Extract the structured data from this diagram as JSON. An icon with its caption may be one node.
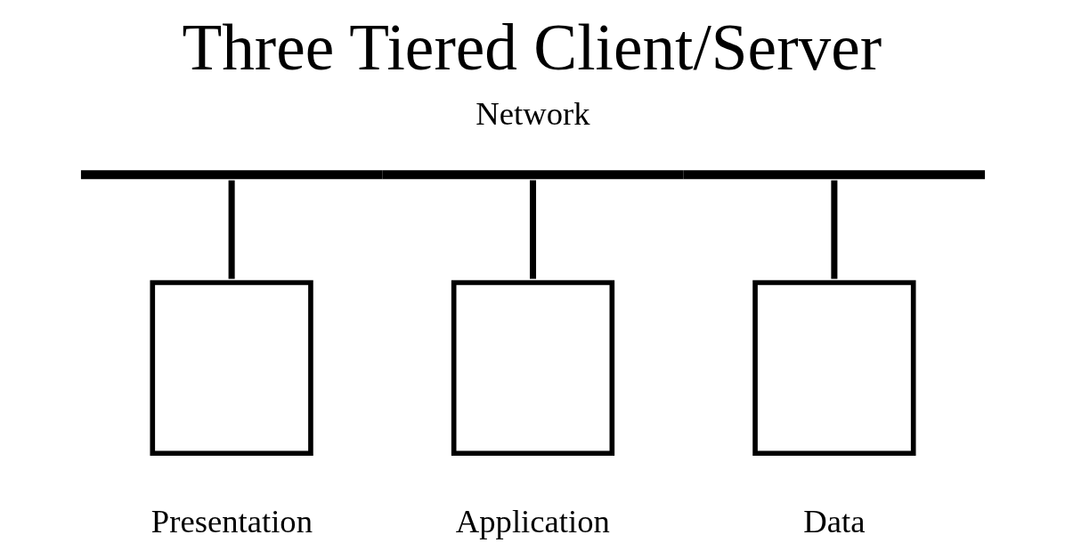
{
  "diagram": {
    "title": "Three Tiered Client/Server",
    "nodes": [
      {
        "text": [
          "Network"
        ]
      },
      {
        "text": [
          "Presentation"
        ]
      },
      {
        "text": [
          "Application"
        ]
      },
      {
        "text": [
          "Data"
        ]
      }
    ],
    "edges": [
      {
        "from": 0,
        "to": 1,
        "arrow": "none"
      },
      {
        "from": 0,
        "to": 2,
        "arrow": "none"
      },
      {
        "from": 0,
        "to": 3,
        "arrow": "none"
      }
    ]
  }
}
